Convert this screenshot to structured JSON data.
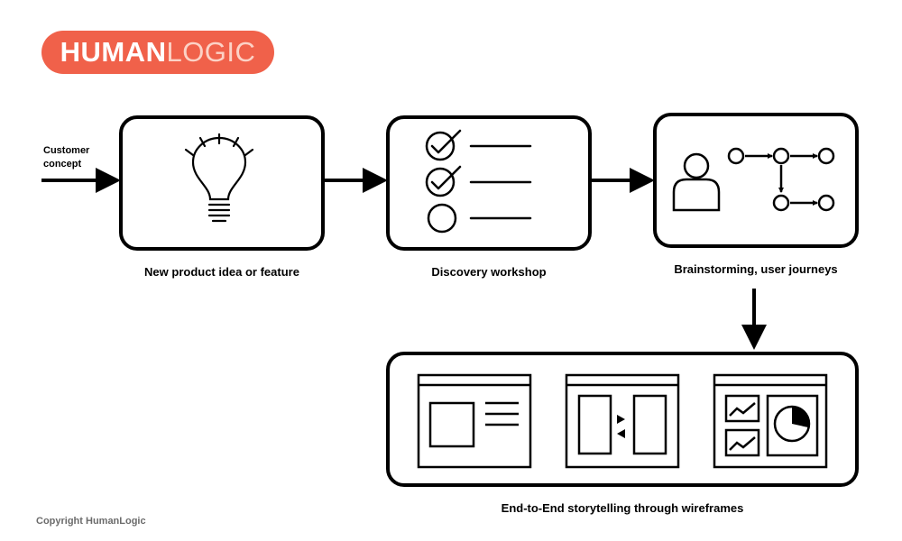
{
  "brand": {
    "part1": "HUMAN",
    "part2": "LOGIC",
    "color": "#f0614a"
  },
  "input_label": "Customer\nconcept",
  "steps": [
    {
      "label": "New product idea or feature",
      "icon": "lightbulb-icon"
    },
    {
      "label": "Discovery workshop",
      "icon": "checklist-icon"
    },
    {
      "label": "Brainstorming, user journeys",
      "icon": "user-journey-icon"
    },
    {
      "label": "End-to-End storytelling through wireframes",
      "icon": "wireframes-icon"
    }
  ],
  "copyright": "Copyright HumanLogic"
}
